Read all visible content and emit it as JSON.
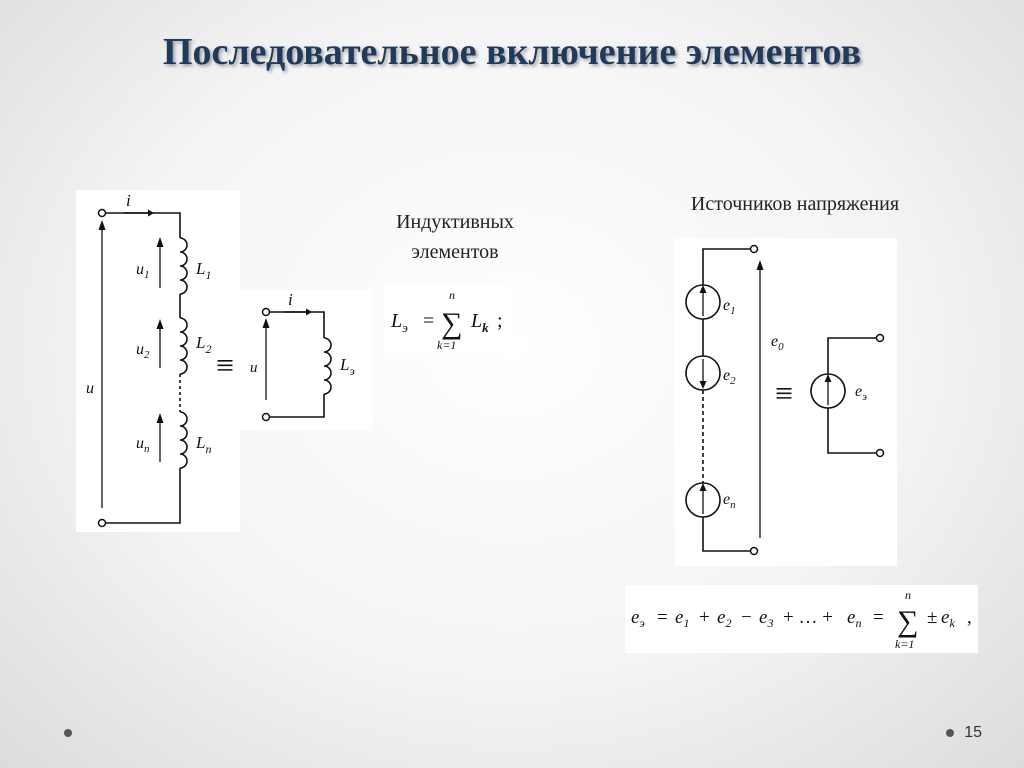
{
  "slide": {
    "title": "Последовательное включение элементов",
    "page_number": "15"
  },
  "inductive": {
    "caption_line1": "Индуктивных",
    "caption_line2": "элементов",
    "labels": {
      "current": "i",
      "voltage_total": "u",
      "u1": "u",
      "u1_sub": "1",
      "u2": "u",
      "u2_sub": "2",
      "un": "u",
      "un_sub": "n",
      "L1": "L",
      "L1_sub": "1",
      "L2": "L",
      "L2_sub": "2",
      "Ln": "L",
      "Ln_sub": "n",
      "equiv_sign": "≡",
      "eq_current": "i",
      "eq_voltage": "u",
      "Le": "L",
      "Le_sub": "э"
    },
    "formula": {
      "lhs": "L",
      "lhs_sub": "э",
      "equals": "=",
      "upper": "n",
      "sigma": "∑",
      "lower": "k=1",
      "term": "L",
      "term_sub": "k",
      "end": ";"
    }
  },
  "voltage_sources": {
    "caption": "Источников напряжения",
    "labels": {
      "e1": "e",
      "e1_sub": "1",
      "e2": "e",
      "e2_sub": "2",
      "en": "e",
      "en_sub": "n",
      "e0": "e",
      "e0_sub": "0",
      "equiv_sign": "≡",
      "ee": "e",
      "ee_sub": "э"
    },
    "formula": {
      "p1": "e",
      "p1_sub": "э",
      "eq1": "=",
      "p2": "e",
      "p2_sub": "1",
      "op1": "+",
      "p3": "e",
      "p3_sub": "2",
      "op2": "−",
      "p4": "e",
      "p4_sub": "3",
      "op3": "+ … +",
      "p5": "e",
      "p5_sub": "n",
      "eq2": "=",
      "upper": "n",
      "sigma": "∑",
      "lower": "k=1",
      "pm": "±",
      "p6": "e",
      "p6_sub": "k",
      "end": ","
    }
  }
}
